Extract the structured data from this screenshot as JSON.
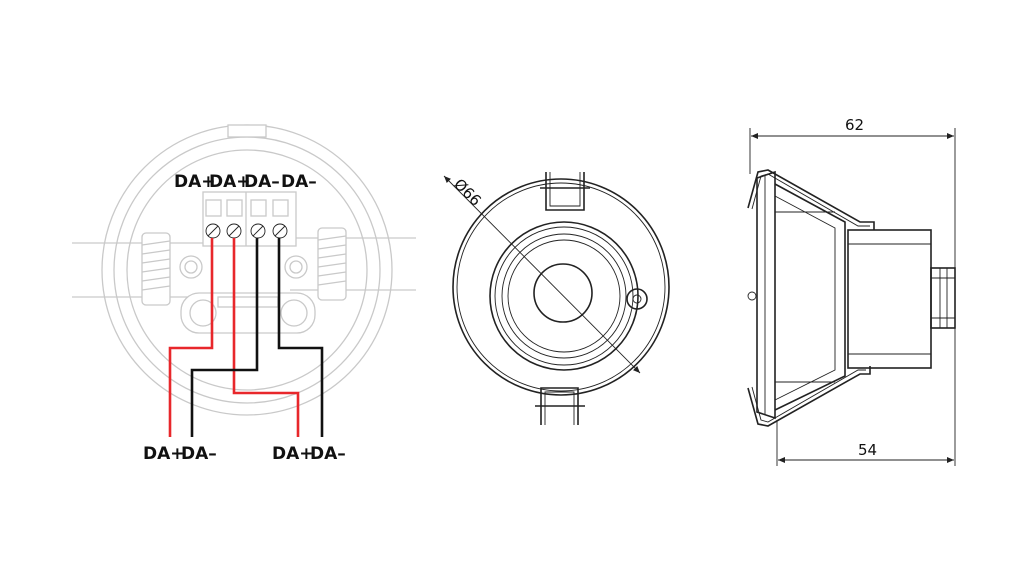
{
  "wiring_view": {
    "terminal_labels": [
      "DA+",
      "DA+",
      "DA–",
      "DA–"
    ],
    "bottom_left_labels": [
      "DA+",
      "DA–"
    ],
    "bottom_right_labels": [
      "DA+",
      "DA–"
    ],
    "wire_colors": {
      "da_plus": "#e8272b",
      "da_minus": "#111111"
    }
  },
  "front_view": {
    "diameter_label": "Ø66"
  },
  "side_view": {
    "top_dimension": "62",
    "bottom_dimension": "54"
  }
}
